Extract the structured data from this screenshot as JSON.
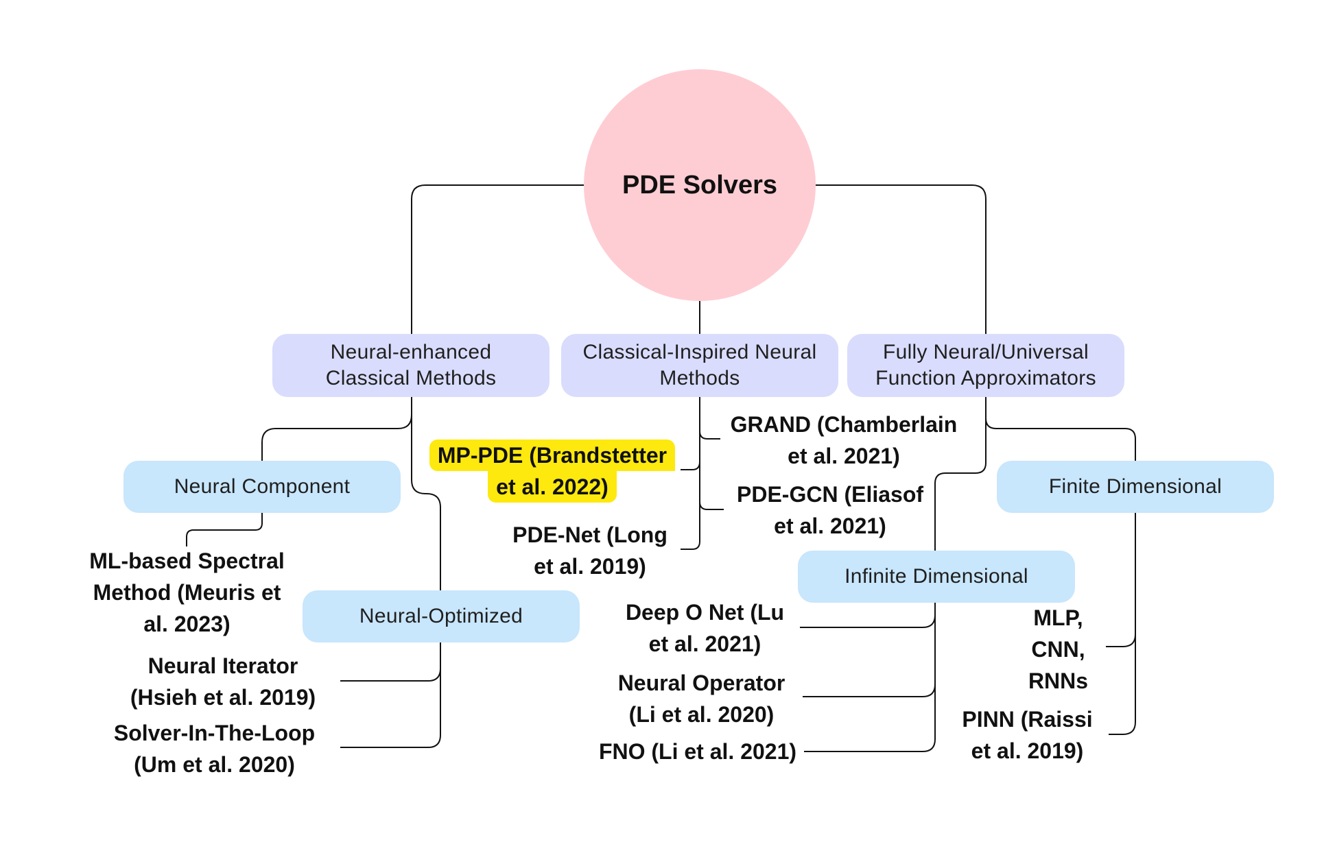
{
  "root": {
    "label": "PDE Solvers"
  },
  "categories": {
    "neural_enhanced": {
      "line1": "Neural-enhanced",
      "line2": "Classical Methods"
    },
    "classical_inspired": {
      "line1": "Classical-Inspired Neural",
      "line2": "Methods"
    },
    "fully_neural": {
      "line1": "Fully Neural/Universal",
      "line2": "Function Approximators"
    }
  },
  "subcategories": {
    "neural_component": "Neural Component",
    "neural_optimized": "Neural-Optimized",
    "finite_dimensional": "Finite Dimensional",
    "infinite_dimensional": "Infinite Dimensional"
  },
  "leaves": {
    "ml_spectral": {
      "line1": "ML-based Spectral",
      "line2": "Method (Meuris et",
      "line3": "al. 2023)"
    },
    "neural_iterator": {
      "line1": "Neural Iterator",
      "line2": "(Hsieh et al. 2019)"
    },
    "solver_in_loop": {
      "line1": "Solver-In-The-Loop",
      "line2": "(Um et al. 2020)"
    },
    "mp_pde": {
      "line1": "MP-PDE (Brandstetter",
      "line2": "et al. 2022)"
    },
    "pde_net": {
      "line1": "PDE-Net (Long",
      "line2": "et al. 2019)"
    },
    "grand": {
      "line1": "GRAND (Chamberlain",
      "line2": "et al. 2021)"
    },
    "pde_gcn": {
      "line1": "PDE-GCN (Eliasof",
      "line2": "et al. 2021)"
    },
    "deep_o_net": {
      "line1": "Deep O Net (Lu",
      "line2": "et al. 2021)"
    },
    "neural_operator": {
      "line1": "Neural Operator",
      "line2": "(Li et al. 2020)"
    },
    "fno": {
      "line1": "FNO (Li et al. 2021)"
    },
    "mlp_cnn_rnn": {
      "line1": "MLP,",
      "line2": "CNN,",
      "line3": "RNNs"
    },
    "pinn": {
      "line1": "PINN (Raissi",
      "line2": "et al. 2019)"
    }
  },
  "colors": {
    "root": "#fecdd3",
    "category": "#d9dcfc",
    "subcategory": "#c8e6fc",
    "highlight": "#fde90e",
    "line": "#111111"
  }
}
